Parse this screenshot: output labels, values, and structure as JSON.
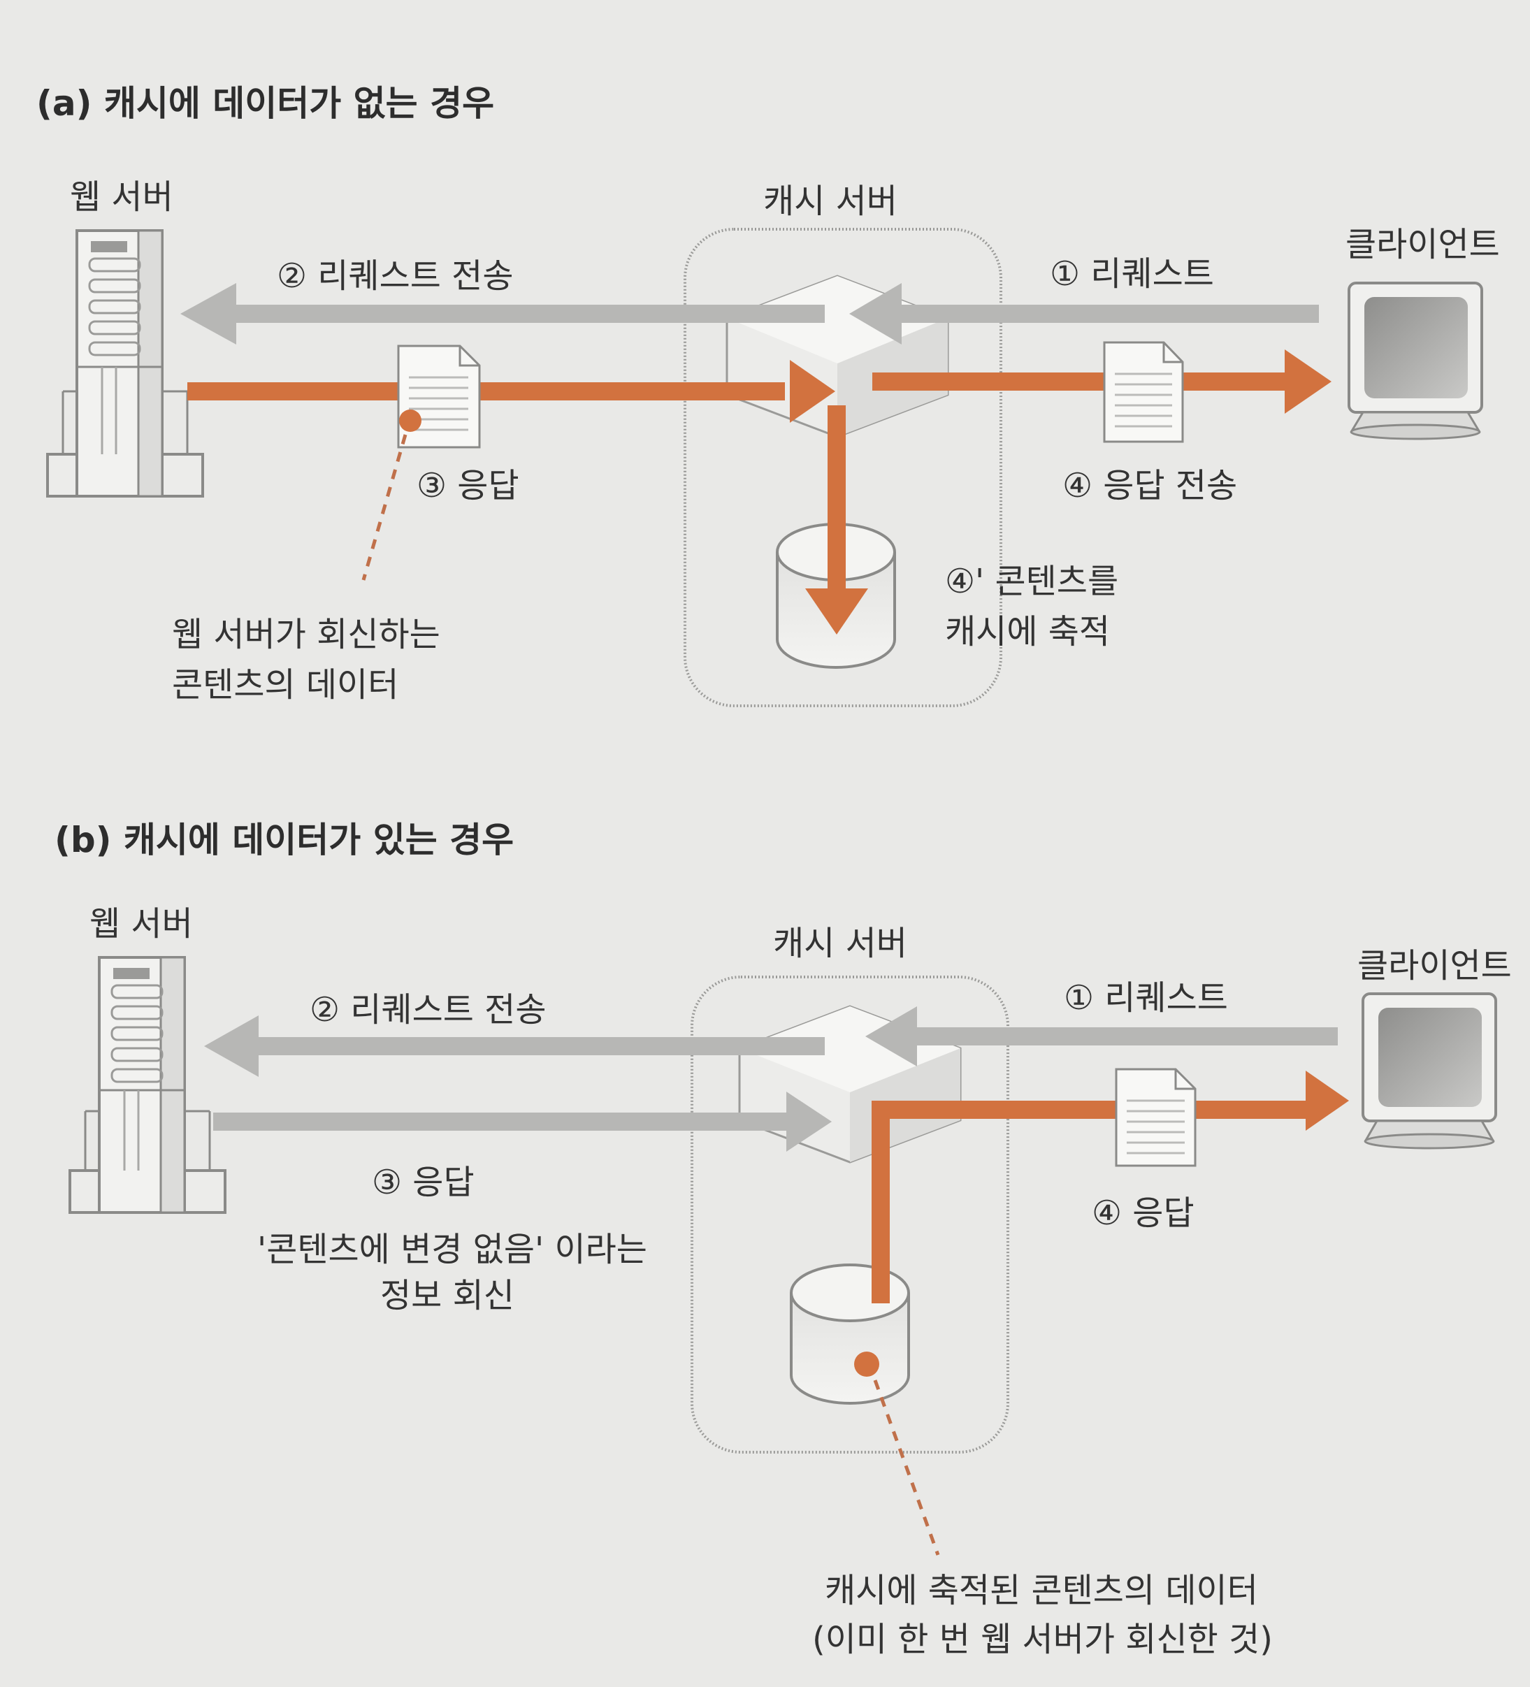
{
  "panel_a": {
    "title": "(a) 캐시에 데이터가 없는 경우",
    "web_server": "웹 서버",
    "cache_server": "캐시 서버",
    "client": "클라이언트",
    "step2": "② 리퀘스트 전송",
    "step1": "① 리퀘스트",
    "step3": "③ 응답",
    "step4": "④ 응답 전송",
    "step4p_line1": "④' 콘텐츠를",
    "step4p_line2": "캐시에 축적",
    "note_line1": "웹  서버가  회신하는",
    "note_line2": "콘텐츠의 데이터"
  },
  "panel_b": {
    "title": "(b) 캐시에 데이터가 있는 경우",
    "web_server": "웹 서버",
    "cache_server": "캐시 서버",
    "client": "클라이언트",
    "step2": "② 리퀘스트 전송",
    "step1": "① 리퀘스트",
    "step3": "③ 응답",
    "step3_note_line1": "'콘텐츠에 변경 없음' 이라는",
    "step3_note_line2": "정보 회신",
    "step4": "④ 응답",
    "note_line1": "캐시에 축적된 콘텐츠의 데이터",
    "note_line2": "(이미 한 번 웹 서버가 회신한 것)"
  },
  "colors": {
    "request_arrow": "#b7b7b5",
    "response_arrow": "#d2723f",
    "background": "#e9e9e7"
  }
}
